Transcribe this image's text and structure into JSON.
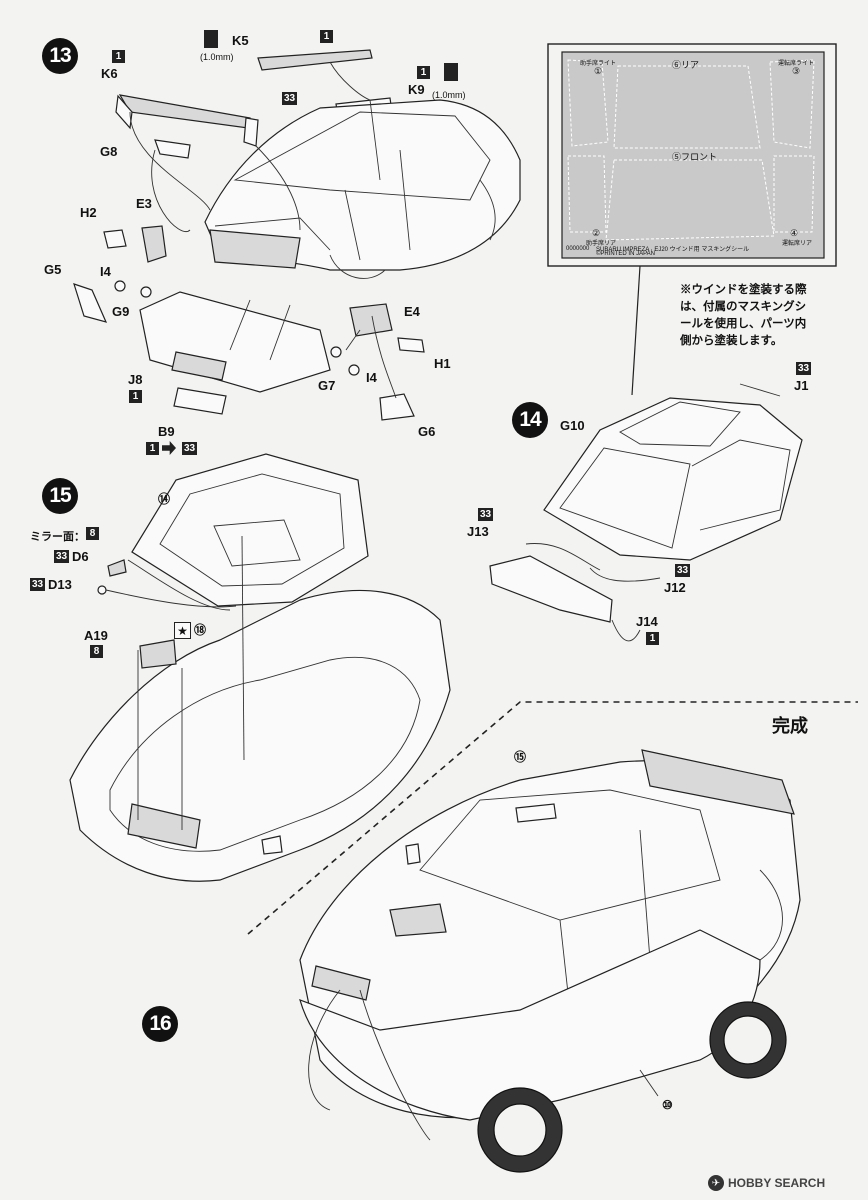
{
  "steps": {
    "s13": "13",
    "s14": "14",
    "s15": "15",
    "s16": "16"
  },
  "step13": {
    "k5": "K5",
    "k5_size": "(1.0mm)",
    "k5_color": "1",
    "k5_finish": "33",
    "k6": "K6",
    "k6_color": "1",
    "k9": "K9",
    "k9_color": "1",
    "k9_size": "(1.0mm)",
    "g8": "G8",
    "e3": "E3",
    "h2": "H2",
    "i4a": "I4",
    "g5": "G5",
    "g9": "G9",
    "e4": "E4",
    "h1": "H1",
    "g7": "G7",
    "i4b": "I4",
    "j8": "J8",
    "j8_color": "1",
    "b9": "B9",
    "b9_color_a": "1",
    "b9_color_b": "33",
    "g6": "G6"
  },
  "mask_sheet": {
    "top_left": "助手席ライト",
    "top_left_num": "①",
    "top_center": "⑥リア",
    "top_right": "運転席ライト",
    "top_right_num": "③",
    "center": "⑤フロント",
    "bottom_left": "助手席リア",
    "bottom_left_num": "②",
    "bottom_right": "運転席リア",
    "bottom_right_num": "④",
    "footer_line1": "SUBARU IMPREZA · EJ20 ウインド用 マスキングシール",
    "footer_line2": "©PRINTED IN JAPAN",
    "footer_code": "0000000"
  },
  "step14": {
    "note_line1": "※ウインドを塗装する際",
    "note_line2": "は、付属のマスキングシ",
    "note_line3": "ールを使用し、パーツ内",
    "note_line4": "側から塗装します。",
    "j1": "J1",
    "j1_color": "33",
    "g10": "G10",
    "j13": "J13",
    "j13_color": "33",
    "j12": "J12",
    "j12_color": "33",
    "j14": "J14",
    "j14_color": "1"
  },
  "step15": {
    "ref14": "⑭",
    "mirror_label": "ミラー面：",
    "mirror_color": "8",
    "d6": "D6",
    "d6_color": "33",
    "d13": "D13",
    "d13_color": "33",
    "a19": "A19",
    "a19_color": "8",
    "decal_ref": "⑱"
  },
  "step16": {
    "complete": "完成",
    "ref15": "⑮",
    "ref10": "⑩"
  },
  "watermark": {
    "text": "HOBBY SEARCH"
  }
}
